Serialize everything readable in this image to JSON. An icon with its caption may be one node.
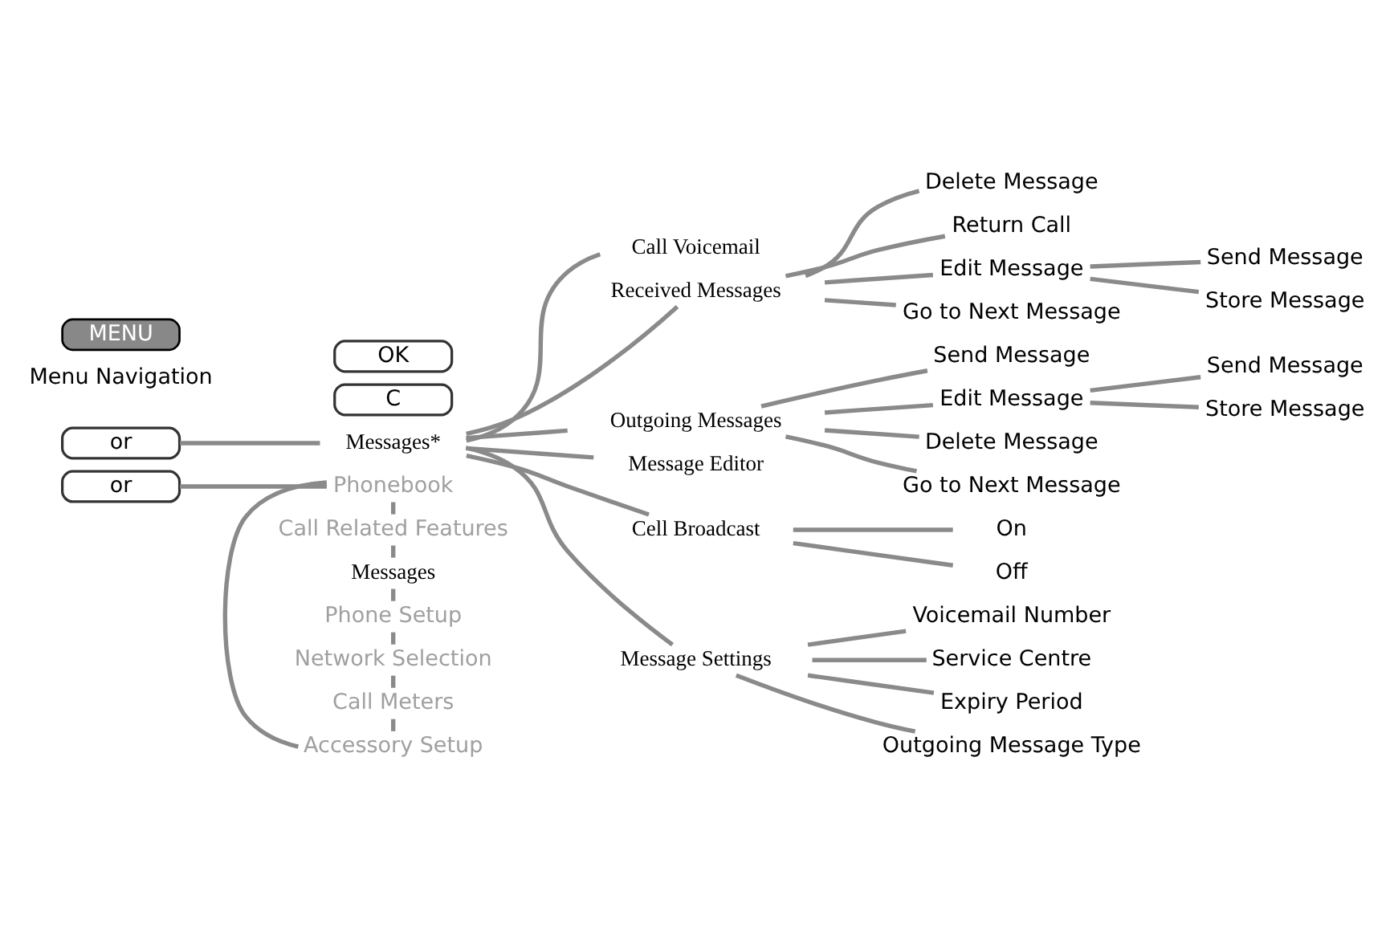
{
  "diagram": {
    "nodes": [
      {
        "text": [
          "or"
        ]
      },
      {
        "text": [
          "Phonebook"
        ]
      },
      {
        "text": [
          "Call Related Features"
        ]
      },
      {
        "text": [
          "Messages"
        ]
      },
      {
        "text": [
          "Phone Setup"
        ]
      },
      {
        "text": [
          "Network Selection"
        ]
      },
      {
        "text": [
          "Call Meters"
        ]
      },
      {
        "text": [
          "Accessory Setup"
        ]
      },
      {
        "text": [
          "or"
        ]
      },
      {
        "text": [
          "Messages*"
        ]
      },
      {
        "text": [
          "Call Voicemail"
        ]
      },
      {
        "text": [
          "Received Messages"
        ]
      },
      {
        "text": [
          "Outgoing Messages"
        ]
      },
      {
        "text": [
          "Message Editor"
        ]
      },
      {
        "text": [
          "Cell Broadcast"
        ]
      },
      {
        "text": [
          "Message Settings"
        ]
      },
      {
        "text": [
          "Delete Message"
        ]
      },
      {
        "text": [
          "Return Call"
        ]
      },
      {
        "text": [
          "Edit Message"
        ]
      },
      {
        "text": [
          "Go to Next Message"
        ]
      },
      {
        "text": [
          "Send Message"
        ]
      },
      {
        "text": [
          "Store Message"
        ]
      },
      {
        "text": [
          "Send Message"
        ]
      },
      {
        "text": [
          "Edit Message"
        ]
      },
      {
        "text": [
          "Delete Message"
        ]
      },
      {
        "text": [
          "Go to Next Message"
        ]
      },
      {
        "text": [
          "Send Message"
        ]
      },
      {
        "text": [
          "Store Message"
        ]
      },
      {
        "text": [
          "On"
        ]
      },
      {
        "text": [
          "Off"
        ]
      },
      {
        "text": [
          "Voicemail Number"
        ]
      },
      {
        "text": [
          "Service Centre"
        ]
      },
      {
        "text": [
          "Expiry Period"
        ]
      },
      {
        "text": [
          "Outgoing Message Type"
        ]
      },
      {
        "text": [
          "OK"
        ]
      },
      {
        "text": [
          "C"
        ]
      }
    ],
    "edges": [
      {
        "from": 0,
        "to": 1,
        "arrow": "none"
      },
      {
        "from": 1,
        "to": 2,
        "arrow": "none"
      },
      {
        "from": 2,
        "to": 3,
        "arrow": "none"
      },
      {
        "from": 3,
        "to": 4,
        "arrow": "none"
      },
      {
        "from": 4,
        "to": 5,
        "arrow": "none"
      },
      {
        "from": 5,
        "to": 6,
        "arrow": "none"
      },
      {
        "from": 6,
        "to": 7,
        "arrow": "none"
      },
      {
        "from": 7,
        "to": 1,
        "arrow": "none"
      },
      {
        "from": 8,
        "to": 9,
        "arrow": "none"
      },
      {
        "from": 9,
        "to": 10,
        "arrow": "none"
      },
      {
        "from": 9,
        "to": 11,
        "arrow": "none"
      },
      {
        "from": 9,
        "to": 12,
        "arrow": "none"
      },
      {
        "from": 9,
        "to": 13,
        "arrow": "none"
      },
      {
        "from": 9,
        "to": 14,
        "arrow": "none"
      },
      {
        "from": 9,
        "to": 15,
        "arrow": "none"
      },
      {
        "from": 11,
        "to": 16,
        "arrow": "none"
      },
      {
        "from": 11,
        "to": 17,
        "arrow": "none"
      },
      {
        "from": 11,
        "to": 18,
        "arrow": "none"
      },
      {
        "from": 11,
        "to": 19,
        "arrow": "none"
      },
      {
        "from": 18,
        "to": 20,
        "arrow": "none"
      },
      {
        "from": 18,
        "to": 21,
        "arrow": "none"
      },
      {
        "from": 12,
        "to": 22,
        "arrow": "none"
      },
      {
        "from": 12,
        "to": 23,
        "arrow": "none"
      },
      {
        "from": 12,
        "to": 24,
        "arrow": "none"
      },
      {
        "from": 12,
        "to": 25,
        "arrow": "none"
      },
      {
        "from": 23,
        "to": 26,
        "arrow": "none"
      },
      {
        "from": 23,
        "to": 27,
        "arrow": "none"
      },
      {
        "from": 14,
        "to": 28,
        "arrow": "none"
      },
      {
        "from": 14,
        "to": 29,
        "arrow": "none"
      },
      {
        "from": 15,
        "to": 30,
        "arrow": "none"
      },
      {
        "from": 15,
        "to": 31,
        "arrow": "none"
      },
      {
        "from": 15,
        "to": 32,
        "arrow": "none"
      },
      {
        "from": 15,
        "to": 33,
        "arrow": "none"
      }
    ],
    "labels": [
      "Menu Navigation",
      "MENU"
    ]
  }
}
